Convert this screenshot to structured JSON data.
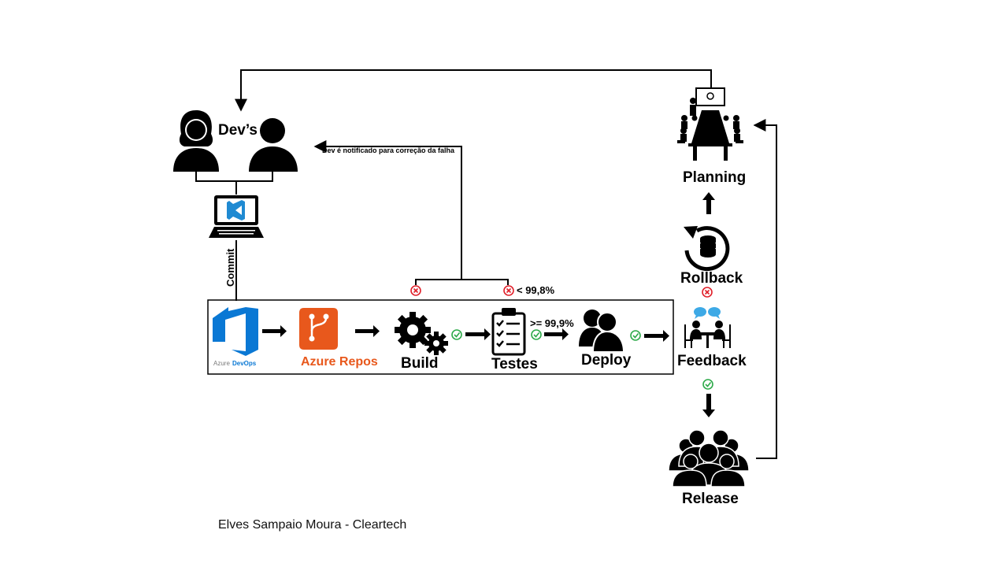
{
  "labels": {
    "devs": "Dev’s",
    "notify": "Dev é notificado para correção da falha",
    "commit": "Commit",
    "azure_devops_prefix": "Azure",
    "azure_devops_suffix": "DevOps",
    "azure_repos": "Azure Repos",
    "build": "Build",
    "testes": "Testes",
    "deploy": "Deploy",
    "feedback": "Feedback",
    "rollback": "Rollback",
    "planning": "Planning",
    "release": "Release",
    "fail_threshold": "< 99,8%",
    "pass_threshold": ">= 99,9%"
  },
  "footer": "Elves Sampaio Moura - Cleartech",
  "colors": {
    "line": "#000000",
    "success": "#2eaa4a",
    "failure": "#e0202a",
    "devops_blue": "#0a78d4",
    "repos_orange": "#e8581c",
    "vscode_blue": "#1f8ad2",
    "bubble_blue": "#3da9e6"
  },
  "icons": [
    "person-female-icon",
    "person-male-icon",
    "laptop-vscode-icon",
    "azure-devops-logo",
    "azure-repos-logo",
    "gears-icon",
    "checklist-icon",
    "users-icon",
    "meeting-feedback-icon",
    "rollback-database-icon",
    "planning-meeting-icon",
    "crowd-icon",
    "check-icon",
    "error-icon"
  ]
}
